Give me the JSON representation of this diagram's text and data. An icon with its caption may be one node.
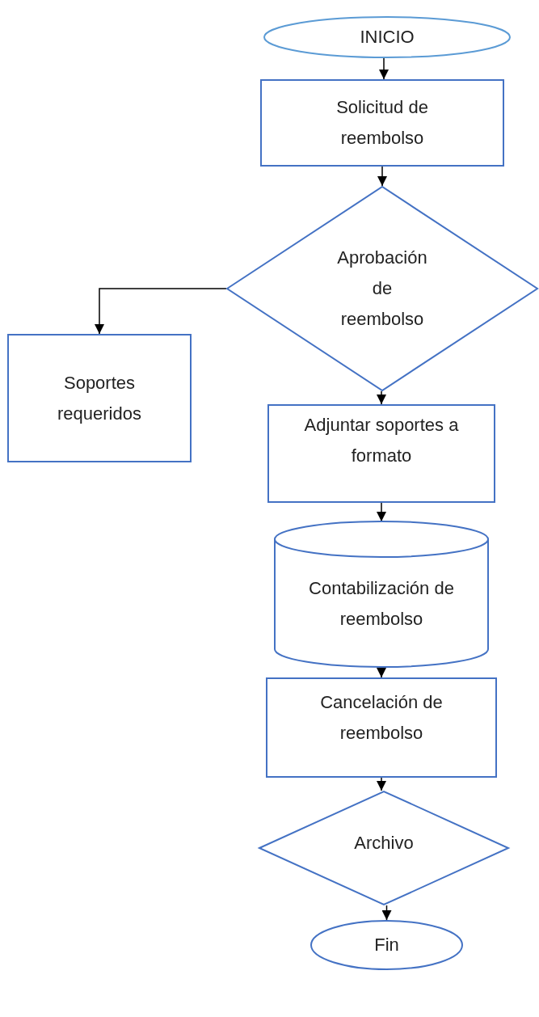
{
  "diagram": {
    "nodes": [
      {
        "text": [
          "INICIO"
        ]
      },
      {
        "text": [
          "Solicitud de reembolso"
        ]
      },
      {
        "text": [
          "Aprobación de reembolso"
        ]
      },
      {
        "text": [
          "Soportes requeridos"
        ]
      },
      {
        "text": [
          "Adjuntar soportes a formato"
        ]
      },
      {
        "text": [
          "Contabilización de reembolso"
        ]
      },
      {
        "text": [
          "Cancelación de reembolso"
        ]
      },
      {
        "text": [
          "Archivo"
        ]
      },
      {
        "text": [
          "Fin"
        ]
      }
    ],
    "edges": [
      {
        "from": 0,
        "to": 1,
        "arrow": "to"
      },
      {
        "from": 1,
        "to": 2,
        "arrow": "to"
      },
      {
        "from": 2,
        "to": 3,
        "arrow": "to"
      },
      {
        "from": 2,
        "to": 4,
        "arrow": "to"
      },
      {
        "from": 4,
        "to": 5,
        "arrow": "to"
      },
      {
        "from": 5,
        "to": 6,
        "arrow": "to"
      },
      {
        "from": 6,
        "to": 7,
        "arrow": "to"
      },
      {
        "from": 7,
        "to": 8,
        "arrow": "to"
      }
    ]
  }
}
